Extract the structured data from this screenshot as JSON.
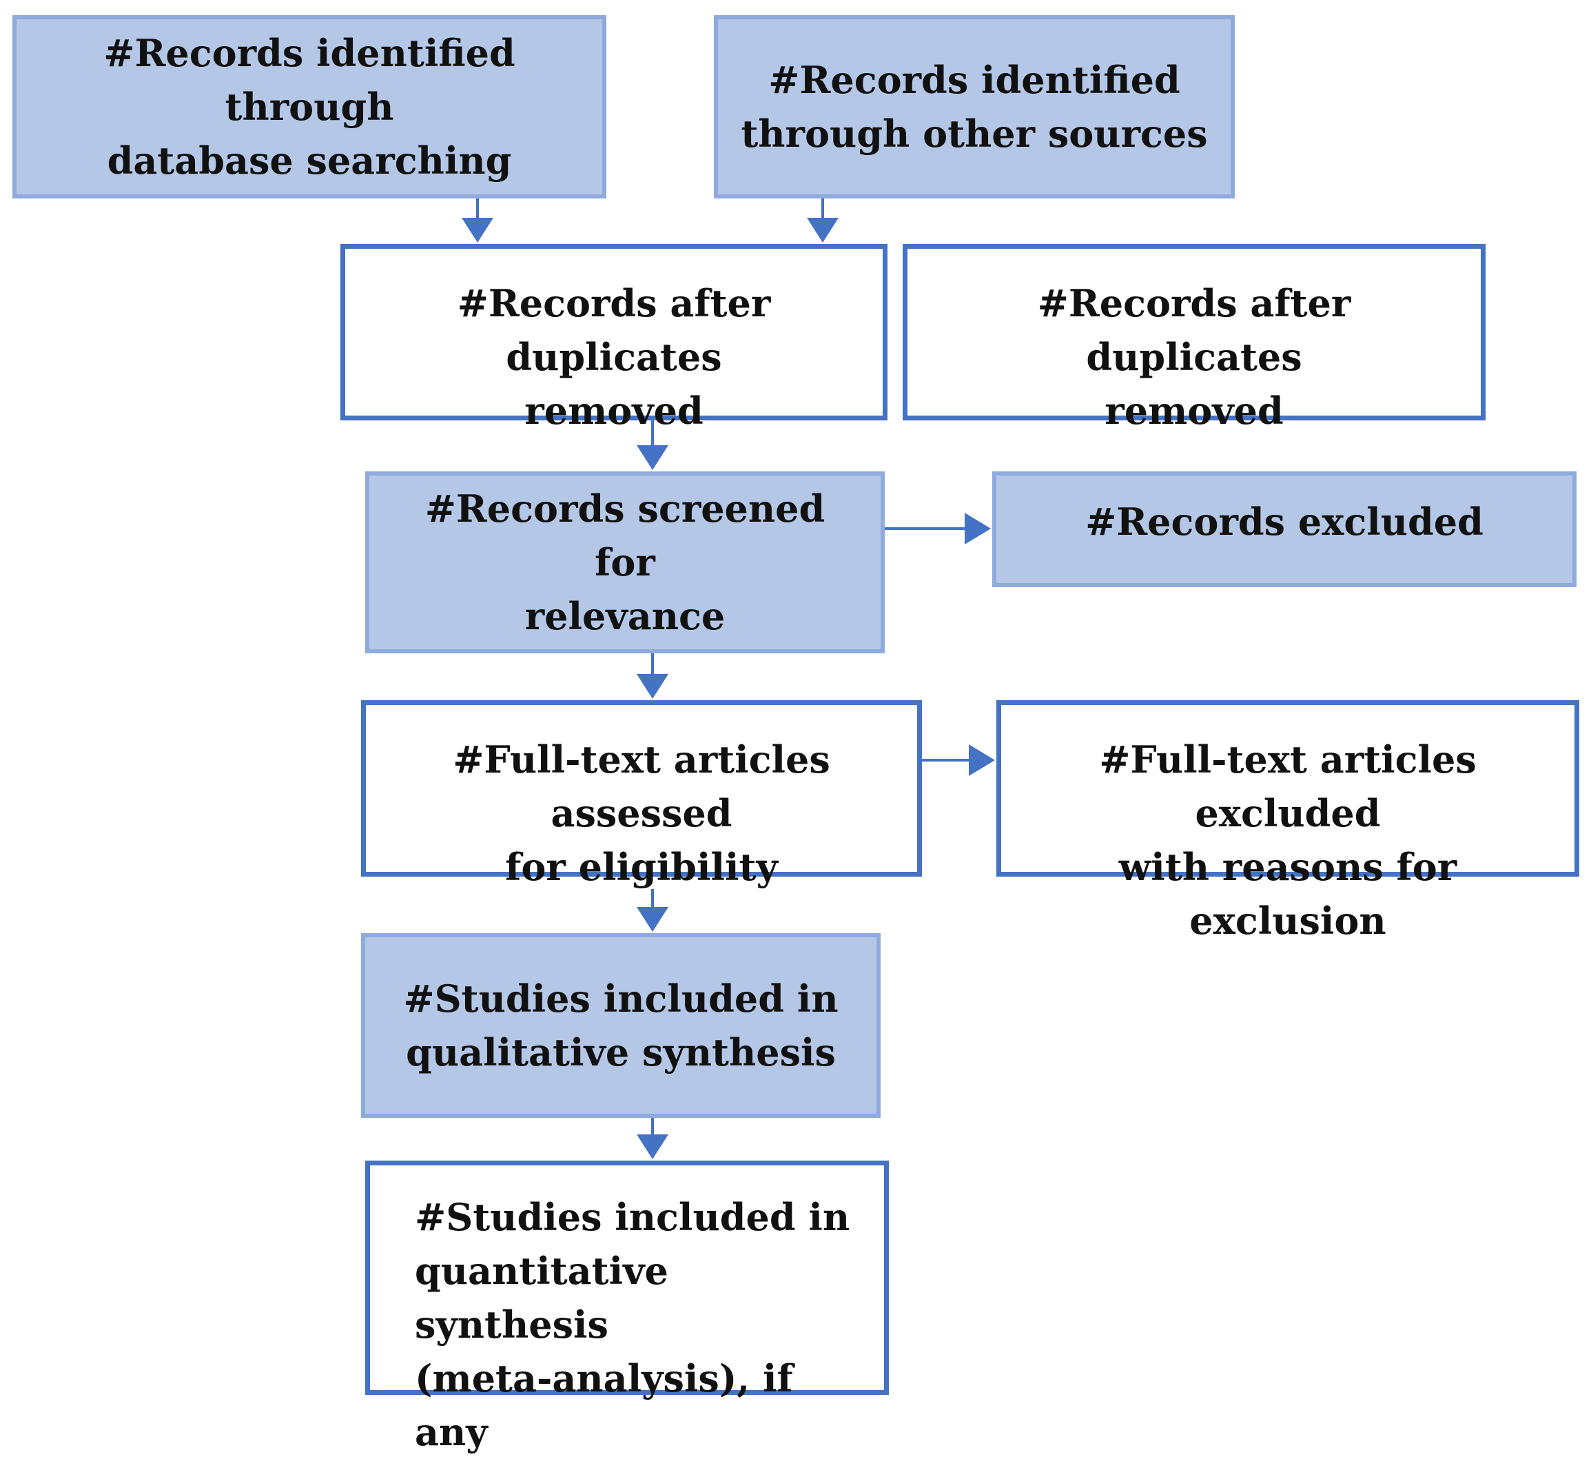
{
  "boxes": {
    "db_search": "#Records  identified through\ndatabase searching",
    "other_sources": "#Records identified\nthrough other sources",
    "dup_removed_left": "#Records  after duplicates\nremoved",
    "dup_removed_right": "#Records  after duplicates\nremoved",
    "screened": "#Records  screened for\nrelevance",
    "excluded": "#Records  excluded",
    "fulltext_assessed": "#Full-text articles assessed\nfor eligibility",
    "fulltext_excluded": "#Full-text articles excluded\nwith reasons for exclusion",
    "qualitative": "#Studies included in\nqualitative synthesis",
    "quantitative": "#Studies included in\nquantitative synthesis\n(meta-analysis), if any"
  },
  "colors": {
    "filled_box": "#b4c7e7",
    "filled_border": "#8faadc",
    "outline_border": "#4472c4",
    "arrow": "#4472c4"
  }
}
